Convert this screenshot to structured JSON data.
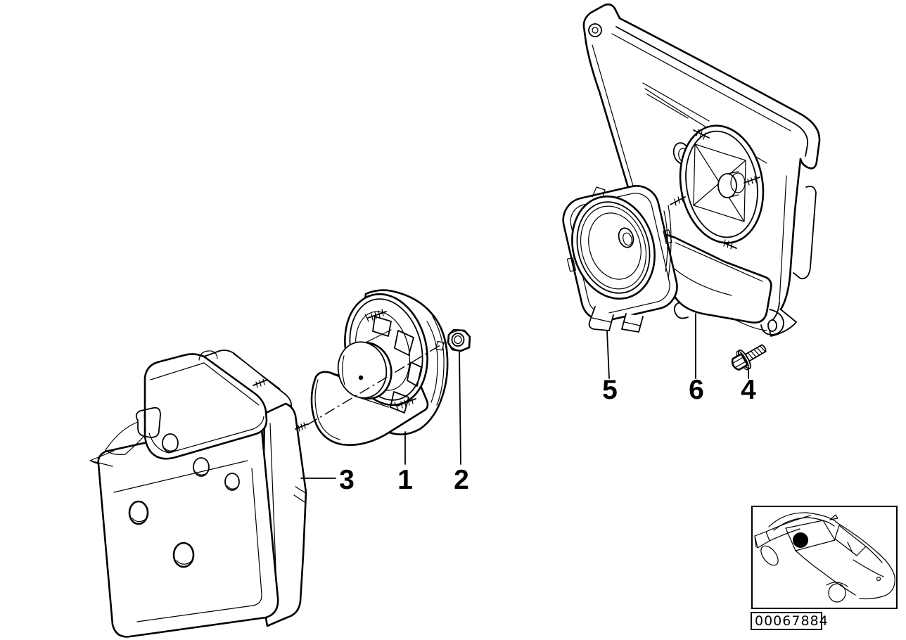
{
  "diagram": {
    "background_color": "#ffffff",
    "line_color": "#000000",
    "callouts": [
      {
        "id": "item-1",
        "label": "1"
      },
      {
        "id": "item-2",
        "label": "2"
      },
      {
        "id": "item-3",
        "label": "3"
      },
      {
        "id": "item-4",
        "label": "4"
      },
      {
        "id": "item-5",
        "label": "5"
      },
      {
        "id": "item-6",
        "label": "6"
      }
    ],
    "inset": {
      "diagram_code": "00067884"
    }
  }
}
